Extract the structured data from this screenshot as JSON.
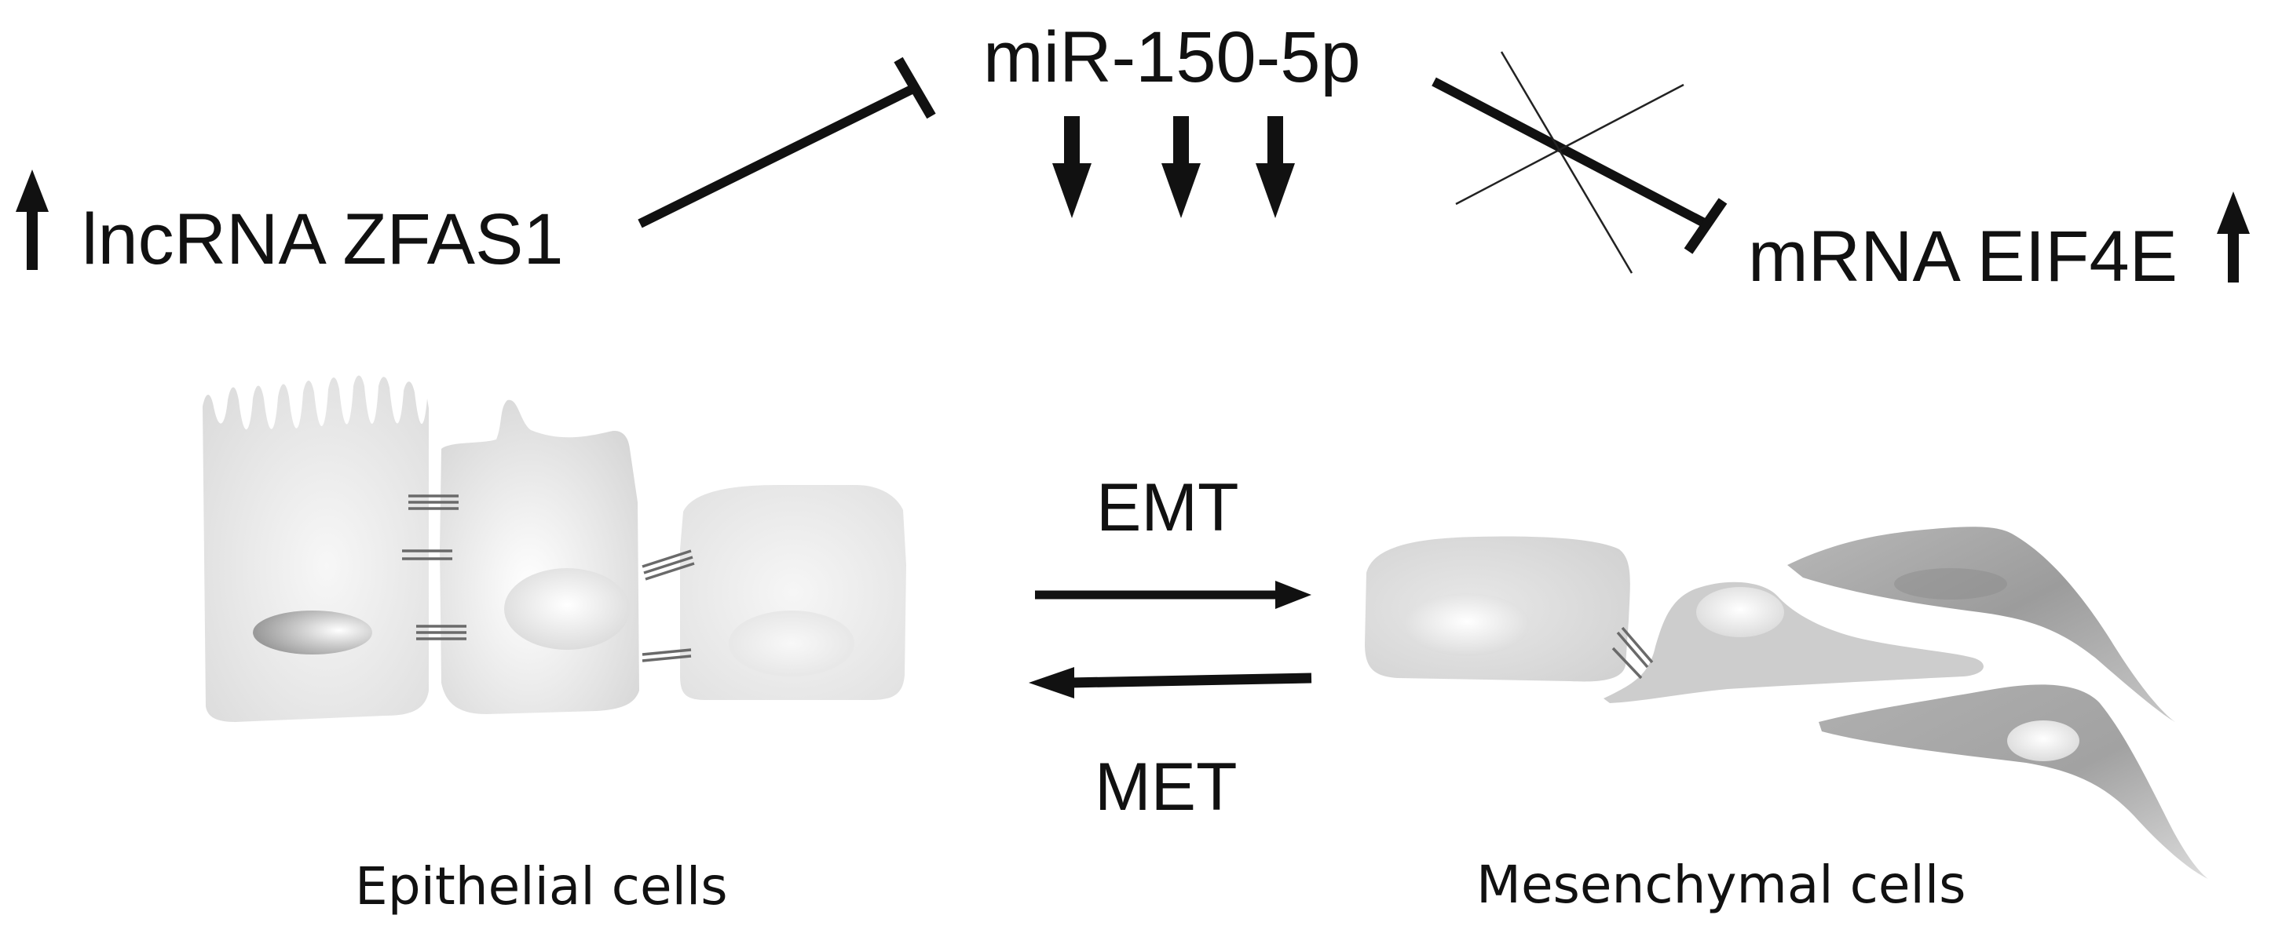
{
  "labels": {
    "lncrna": "lncRNA ZFAS1",
    "mirna": "miR-150-5p",
    "mrna": "mRNA EIF4E",
    "emt": "EMT",
    "met": "MET",
    "epithelial": "Epithelial cells",
    "mesenchymal": "Mesenchymal cells"
  },
  "colors": {
    "ink": "#111111",
    "cell_light": "#e2e2e2",
    "cell_mid": "#d4d4d4",
    "cell_dark": "#9e9e9e"
  }
}
